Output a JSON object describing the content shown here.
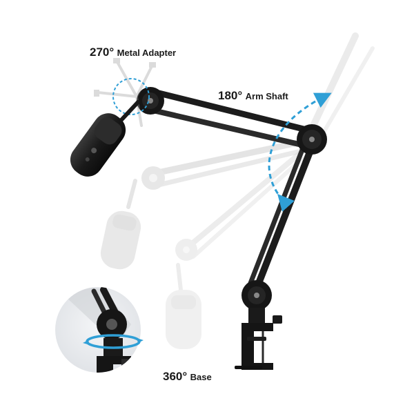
{
  "callouts": {
    "adapter": {
      "angle": "270°",
      "label": "Metal Adapter"
    },
    "arm": {
      "angle": "180°",
      "label": "Arm Shaft"
    },
    "base": {
      "angle": "360°",
      "label": "Base"
    }
  },
  "colors": {
    "arm_black": "#1c1c1c",
    "ghost_gray": "#d6d6d6",
    "rotation_arrow": "#2f9fd6",
    "inset_bg": "#e9ecef"
  },
  "icons": {
    "adapter_rotation": "dashed-circle-rotation-icon",
    "arm_rotation": "curved-double-arrow-icon",
    "base_rotation": "horizontal-rotation-ring-icon"
  }
}
